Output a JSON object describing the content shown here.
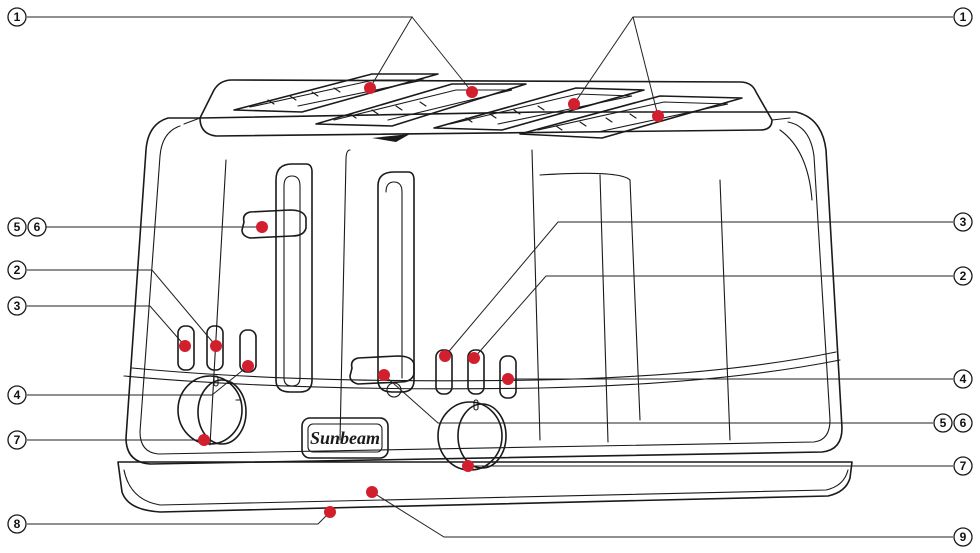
{
  "brand": {
    "logo_text": "Sunbeam"
  },
  "colors": {
    "outline": "#1a1a1a",
    "marker": "#d21f2d",
    "background": "#ffffff"
  },
  "callouts": [
    {
      "id": "c1-left",
      "label": "1"
    },
    {
      "id": "c1-right",
      "label": "1"
    },
    {
      "id": "c56-left",
      "label": "5",
      "label2": "6"
    },
    {
      "id": "c3-right",
      "label": "3"
    },
    {
      "id": "c2-left",
      "label": "2"
    },
    {
      "id": "c2-right",
      "label": "2"
    },
    {
      "id": "c3-left",
      "label": "3"
    },
    {
      "id": "c4-left",
      "label": "4"
    },
    {
      "id": "c4-right",
      "label": "4"
    },
    {
      "id": "c56-right",
      "label": "5",
      "label2": "6"
    },
    {
      "id": "c7-left",
      "label": "7"
    },
    {
      "id": "c7-right",
      "label": "7"
    },
    {
      "id": "c8-left",
      "label": "8"
    },
    {
      "id": "c9-right",
      "label": "9"
    }
  ]
}
